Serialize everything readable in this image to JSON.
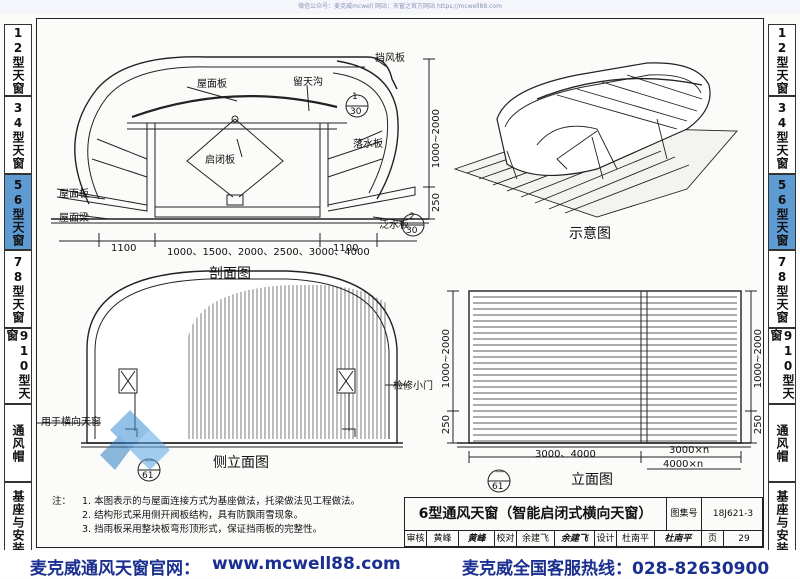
{
  "top_bar": "微信公众号：麦克威mcwell  网站：天窗之官方网站 https://mcwell88.com",
  "tabs": [
    {
      "label": "1 2 型 天 窗",
      "active": false
    },
    {
      "label": "3 4 型 天 窗",
      "active": false
    },
    {
      "label": "5 6 型 天 窗",
      "active": true
    },
    {
      "label": "7 8 型 天 窗",
      "active": false
    },
    {
      "label": "9 10 型 天 窗",
      "active": false
    },
    {
      "label": "通 风 帽",
      "active": false
    },
    {
      "label": "基 座 与 安 装",
      "active": false
    }
  ],
  "section_view": {
    "caption": "剖面图",
    "labels": {
      "dangfengban": "挡风板",
      "wumianban": "屋面板",
      "liutiangou": "留天沟",
      "qibiban": "启闭板",
      "luoshuiban": "落水板",
      "wumianban2": "屋面板",
      "wumianliang": "屋面梁",
      "fanshuiban": "泛水板"
    },
    "detail1": {
      "num": "1",
      "sheet": "30"
    },
    "detail2": {
      "num": "2",
      "sheet": "30"
    },
    "dims": {
      "left": "1100",
      "middle": "1000、1500、2000、2500、3000、4000",
      "right": "1100",
      "height": "1000~2000",
      "base": "250"
    }
  },
  "iso_view": {
    "caption": "示意图"
  },
  "side_view": {
    "caption": "侧立面图",
    "labels": {
      "jianxiu": "检修小门",
      "transverse": "用于横向天窗"
    },
    "detail": {
      "num": "—",
      "sheet": "61"
    }
  },
  "front_view": {
    "caption": "立面图",
    "dims": {
      "height": "1000~2000",
      "base": "250",
      "width": "3000、4000",
      "module": "3000×n",
      "total": "4000×n"
    },
    "detail": {
      "num": "—",
      "sheet": "61"
    }
  },
  "notes": {
    "heading": "注：",
    "items": [
      "1. 本图表示的与屋面连接方式为基座做法，托梁做法见工程做法。",
      "2. 结构形式采用侧开阀板结构，具有防飘雨雪现象。",
      "3. 挡雨板采用整块板弯形顶形式，保证挡雨板的完整性。"
    ]
  },
  "title_block": {
    "title": "6型通风天窗（智能启闭式横向天窗）",
    "atlas_label": "图集号",
    "atlas_no": "18J621-3",
    "review_label": "审核",
    "reviewer": "黄峰",
    "review_sig": "黄峰",
    "check_label": "校对",
    "checker": "余建飞",
    "check_sig": "余建飞",
    "design_label": "设计",
    "designer": "杜南平",
    "design_sig": "杜南平",
    "page_label": "页",
    "page_no": "29"
  },
  "footer": {
    "site_name": "麦克威通风天窗官网：",
    "url": "www.mcwell88.com",
    "hotline": "麦克威全国客服热线：028-82630900"
  }
}
